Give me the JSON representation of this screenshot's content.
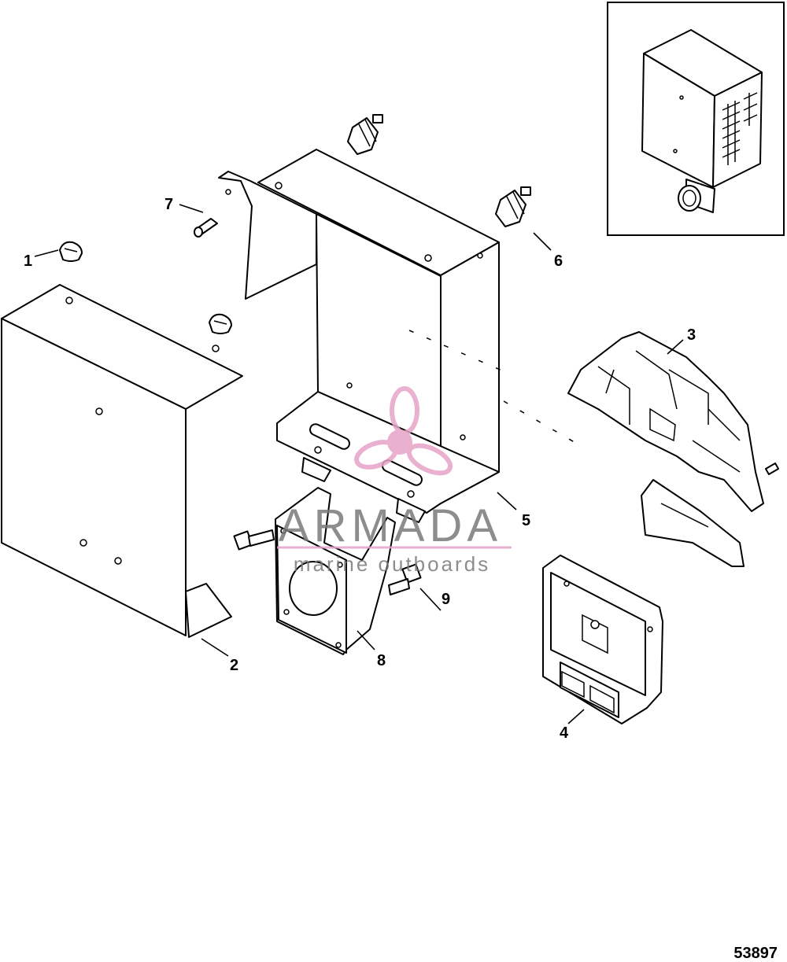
{
  "figure_number": "53897",
  "watermark": {
    "brand": "ARMADA",
    "tagline": "marine outboards",
    "brand_color": "#7a7a7a",
    "accent_color": "#e6a3c8"
  },
  "callouts": [
    {
      "id": "1",
      "label": "1"
    },
    {
      "id": "2",
      "label": "2"
    },
    {
      "id": "3",
      "label": "3"
    },
    {
      "id": "4",
      "label": "4"
    },
    {
      "id": "5",
      "label": "5"
    },
    {
      "id": "6",
      "label": "6"
    },
    {
      "id": "7",
      "label": "7"
    },
    {
      "id": "8",
      "label": "8"
    },
    {
      "id": "9",
      "label": "9"
    }
  ]
}
